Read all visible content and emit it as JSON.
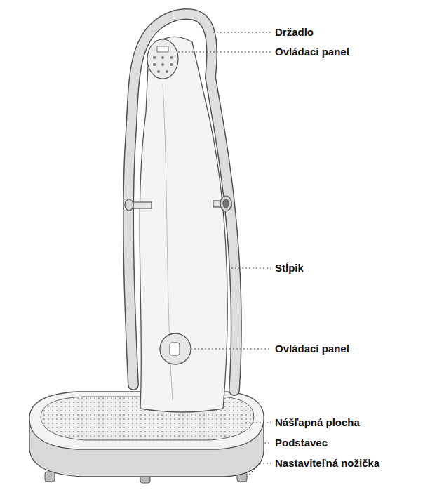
{
  "diagram": {
    "labels": [
      "Držadlo",
      "Ovládací panel",
      "Stĺpik",
      "Ovládací panel",
      "Nášľapná plocha",
      "Podstavec",
      "Nastaviteľná nožička"
    ]
  }
}
